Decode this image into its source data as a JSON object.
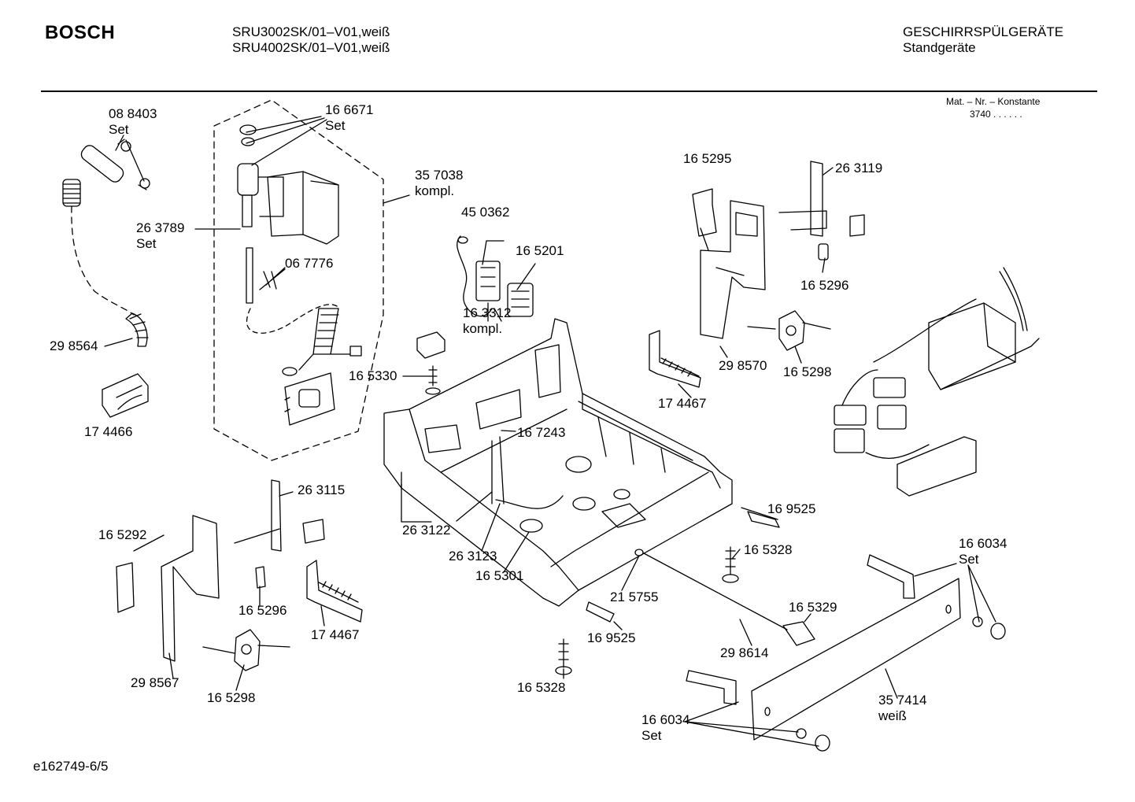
{
  "header": {
    "brand": "BOSCH",
    "models": [
      "SRU3002SK/01–V01,weiß",
      "SRU4002SK/01–V01,weiß"
    ],
    "category_title": "GESCHIRRSPÜLGERÄTE",
    "category_subtitle": "Standgeräte",
    "constant_label": "Mat. – Nr. – Konstante",
    "constant_value": "3740  .  .     .  .  .  ."
  },
  "footer": {
    "drawing_id": "e162749-6/5"
  },
  "parts": [
    {
      "id": "p-088403",
      "number": "08 8403",
      "note": "Set"
    },
    {
      "id": "p-166671",
      "number": "16 6671",
      "note": "Set"
    },
    {
      "id": "p-357038",
      "number": "35 7038",
      "note": "kompl."
    },
    {
      "id": "p-263789",
      "number": "26 3789",
      "note": "Set"
    },
    {
      "id": "p-067776",
      "number": "06 7776",
      "note": ""
    },
    {
      "id": "p-450362",
      "number": "45 0362",
      "note": ""
    },
    {
      "id": "p-165201",
      "number": "16 5201",
      "note": ""
    },
    {
      "id": "p-298564",
      "number": "29 8564",
      "note": ""
    },
    {
      "id": "p-163312",
      "number": "16 3312",
      "note": "kompl."
    },
    {
      "id": "p-165330",
      "number": "16 5330",
      "note": ""
    },
    {
      "id": "p-174466",
      "number": "17 4466",
      "note": ""
    },
    {
      "id": "p-165295",
      "number": "16 5295",
      "note": ""
    },
    {
      "id": "p-263119",
      "number": "26 3119",
      "note": ""
    },
    {
      "id": "p-165296a",
      "number": "16 5296",
      "note": ""
    },
    {
      "id": "p-298570",
      "number": "29 8570",
      "note": ""
    },
    {
      "id": "p-165298a",
      "number": "16 5298",
      "note": ""
    },
    {
      "id": "p-174467a",
      "number": "17 4467",
      "note": ""
    },
    {
      "id": "p-167243",
      "number": "16 7243",
      "note": ""
    },
    {
      "id": "p-263115",
      "number": "26 3115",
      "note": ""
    },
    {
      "id": "p-165292",
      "number": "16 5292",
      "note": ""
    },
    {
      "id": "p-263122",
      "number": "26 3122",
      "note": ""
    },
    {
      "id": "p-263123",
      "number": "26 3123",
      "note": ""
    },
    {
      "id": "p-165301",
      "number": "16 5301",
      "note": ""
    },
    {
      "id": "p-169525a",
      "number": "16 9525",
      "note": ""
    },
    {
      "id": "p-165328a",
      "number": "16 5328",
      "note": ""
    },
    {
      "id": "p-166034a",
      "number": "16 6034",
      "note": "Set"
    },
    {
      "id": "p-215755",
      "number": "21 5755",
      "note": ""
    },
    {
      "id": "p-165329",
      "number": "16 5329",
      "note": ""
    },
    {
      "id": "p-165296b",
      "number": "16 5296",
      "note": ""
    },
    {
      "id": "p-174467b",
      "number": "17 4467",
      "note": ""
    },
    {
      "id": "p-169525b",
      "number": "16 9525",
      "note": ""
    },
    {
      "id": "p-298614",
      "number": "29 8614",
      "note": ""
    },
    {
      "id": "p-298567",
      "number": "29 8567",
      "note": ""
    },
    {
      "id": "p-165298b",
      "number": "16 5298",
      "note": ""
    },
    {
      "id": "p-165328b",
      "number": "16 5328",
      "note": ""
    },
    {
      "id": "p-357414",
      "number": "35 7414",
      "note": "weiß"
    },
    {
      "id": "p-166034b",
      "number": "16 6034",
      "note": "Set"
    }
  ]
}
